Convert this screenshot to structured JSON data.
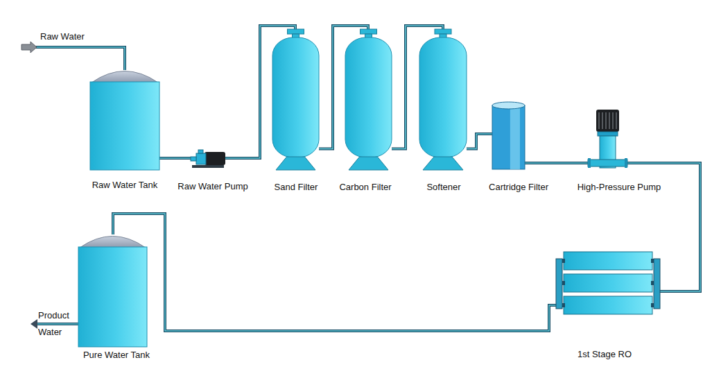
{
  "diagram": {
    "nodes": [
      {
        "text": [
          "Raw Water Tank"
        ]
      },
      {
        "text": [
          "Raw Water Pump"
        ]
      },
      {
        "text": [
          "Sand Filter"
        ]
      },
      {
        "text": [
          "Carbon Filter"
        ]
      },
      {
        "text": [
          "Softener"
        ]
      },
      {
        "text": [
          "Cartridge Filter"
        ]
      },
      {
        "text": [
          "High-Pressure Pump"
        ]
      },
      {
        "text": [
          "1st Stage RO"
        ]
      },
      {
        "text": [
          "Pure Water Tank"
        ]
      }
    ],
    "edges": [
      {
        "from": 0,
        "to": 1,
        "arrow": "none"
      },
      {
        "from": 1,
        "to": 2,
        "arrow": "none"
      },
      {
        "from": 2,
        "to": 3,
        "arrow": "none"
      },
      {
        "from": 3,
        "to": 4,
        "arrow": "none"
      },
      {
        "from": 4,
        "to": 5,
        "arrow": "none"
      },
      {
        "from": 5,
        "to": 6,
        "arrow": "none"
      },
      {
        "from": 6,
        "to": 7,
        "arrow": "none"
      },
      {
        "from": 7,
        "to": 8,
        "arrow": "none"
      }
    ],
    "labels": [
      "Raw Water",
      "Product Water"
    ]
  }
}
